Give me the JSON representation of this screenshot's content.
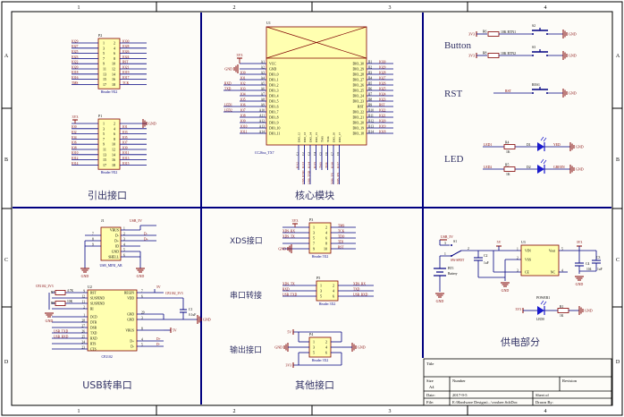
{
  "frame": {
    "col_labels": [
      "1",
      "2",
      "3",
      "4"
    ],
    "row_labels": [
      "A",
      "B",
      "C",
      "D"
    ]
  },
  "colors": {
    "wire": "#000080",
    "label": "#800000",
    "component_fill": "#ffffb0",
    "component_stroke": "#800000",
    "section_border": "#000080",
    "section_title": "#333366",
    "background": "#fdfcf8",
    "led": "#1a1acc",
    "power": "#800000"
  },
  "sections": {
    "header": {
      "title": "引出接口",
      "p2": {
        "designator": "P2",
        "footprint": "Header 9X2",
        "left_nets": [
          "IO29",
          "IO27",
          "IO25",
          "IO23",
          "IO22",
          "IO20",
          "IO18",
          "IO16",
          "TMS"
        ],
        "left_pins": [
          "1",
          "3",
          "5",
          "7",
          "9",
          "11",
          "13",
          "15",
          "17"
        ],
        "right_pins": [
          "2",
          "4",
          "6",
          "8",
          "10",
          "12",
          "14",
          "16",
          "18"
        ],
        "right_nets": [
          "IO30",
          "IO28",
          "IO26",
          "IO24",
          "RST",
          "IO21",
          "IO19",
          "IO17",
          "TCK"
        ]
      },
      "p1": {
        "designator": "P1",
        "footprint": "Header 9X2",
        "power_label": "3V3",
        "gnd_label": "GND",
        "left_nets": [
          "",
          "IO0",
          "IO2",
          "IO4",
          "IO6",
          "IO8",
          "IO10",
          "IO12",
          "IO14"
        ],
        "left_pins": [
          "1",
          "3",
          "5",
          "7",
          "9",
          "11",
          "13",
          "15",
          "17"
        ],
        "right_pins": [
          "2",
          "4",
          "6",
          "8",
          "10",
          "12",
          "14",
          "16",
          "18"
        ],
        "right_nets": [
          "",
          "IO1",
          "IO3",
          "IO5",
          "IO7",
          "IO9",
          "IO11",
          "IO13",
          "IO15"
        ]
      }
    },
    "core": {
      "title": "核心模块",
      "designator": "U1",
      "part": "CC26xx_TX7",
      "power_label": "3V3",
      "gnd_label": "GND",
      "left_pins": [
        "A1",
        "A2",
        "A3",
        "A4",
        "A5",
        "A6",
        "A7",
        "A8",
        "A9",
        "A10",
        "A11",
        "A12",
        "A13",
        "A14"
      ],
      "left_funcs": [
        "VCC",
        "GND",
        "DIO_0",
        "DIO_1",
        "DIO_2",
        "DIO_3",
        "DIO_4",
        "DIO_5",
        "DIO_6",
        "DIO_7",
        "DIO_8",
        "DIO_9",
        "DIO_10",
        "DIO_11"
      ],
      "left_nets": [
        "",
        "",
        "IO0",
        "IO1",
        "IO2",
        "IO3",
        "IO4",
        "IO5",
        "IO6",
        "IO7",
        "IO8",
        "IO9",
        "IO10",
        "IO11"
      ],
      "left_aliases": [
        "",
        "",
        "",
        "",
        "RXD",
        "TXD",
        "",
        "",
        "LED1",
        "LED2",
        "",
        "",
        "",
        ""
      ],
      "right_funcs": [
        "DIO_30",
        "DIO_29",
        "DIO_28",
        "DIO_27",
        "DIO_26",
        "DIO_25",
        "DIO_24",
        "DIO_23",
        "RST",
        "DIO_22",
        "DIO_21",
        "DIO_20",
        "DIO_19",
        "DIO_18"
      ],
      "right_pins": [
        "B1",
        "B2",
        "B3",
        "B4",
        "B5",
        "B6",
        "B7",
        "B8",
        "B9",
        "B10",
        "B11",
        "B12",
        "B13",
        "B14"
      ],
      "right_nets": [
        "IO30",
        "IO29",
        "IO28",
        "IO27",
        "IO26",
        "IO25",
        "IO24",
        "IO23",
        "RST",
        "IO22",
        "IO21",
        "IO20",
        "IO19",
        "IO18"
      ],
      "bottom_funcs": [
        "DIO_12",
        "DIO_13",
        "DIO_14",
        "DIO_15",
        "TMS",
        "TCK",
        "DIO_16",
        "DIO_17"
      ],
      "bottom_pins": [
        "C1",
        "C2",
        "C3",
        "C4",
        "C5",
        "C6",
        "C7",
        "C8"
      ],
      "bottom_nets": [
        "IO12",
        "IO13",
        "IO14",
        "IO15",
        "TMS",
        "TCK",
        "IO16",
        "IO17"
      ],
      "bottom_aliases": [
        "",
        "USB_RXD",
        "USB_TXD",
        "",
        "",
        "",
        "XDS_TX",
        "XDS_RX"
      ]
    },
    "button": {
      "button_title": "Button",
      "rst_title": "RST",
      "led_title": "LED",
      "buttons": [
        {
          "power": "3V3",
          "resistor": "R6",
          "value": "10K",
          "net": "BTN1",
          "switch": "S2",
          "gnd": "GND"
        },
        {
          "power": "3V3",
          "resistor": "R8",
          "value": "10K",
          "net": "BTN2",
          "switch": "S3",
          "gnd": "GND"
        }
      ],
      "reset": {
        "net": "RST",
        "switch": "RES1",
        "gnd": "GND"
      },
      "leds": [
        {
          "net": "LED1",
          "resistor": "R4",
          "value": "1K",
          "diode": "D1",
          "color": "YED",
          "gnd": "GND"
        },
        {
          "net": "LED2",
          "resistor": "R5",
          "value": "1K",
          "diode": "D2",
          "color": "GREEN",
          "gnd": "GND"
        }
      ]
    },
    "usb": {
      "title": "USB转串口",
      "j1": {
        "designator": "J1",
        "part": "USB_MINI_AB",
        "power_label": "USB_5V",
        "funcs": [
          "VBUS",
          "D-",
          "D+",
          "ID",
          "GND",
          "SHELL"
        ],
        "pins": [
          "1",
          "2",
          "3",
          "4",
          "5",
          "6"
        ],
        "left_pins": [
          "7",
          "8",
          "9"
        ],
        "right_nets": [
          "",
          "D-",
          "D+",
          "",
          "",
          ""
        ],
        "gnd_labels": [
          "GND",
          "GND"
        ]
      },
      "u2": {
        "designator": "U2",
        "part": "CP2102",
        "left_funcs": [
          "RST",
          "SUSPEND",
          "SUSPEND",
          "RI",
          "DCD",
          "DTR",
          "DSR",
          "TXD",
          "RXD",
          "RTS",
          "CTS"
        ],
        "left_pins": [
          "9",
          "12",
          "11",
          "2",
          "1",
          "28",
          "27",
          "26",
          "25",
          "24",
          "23"
        ],
        "left_nets": [
          "",
          "",
          "",
          "",
          "",
          "",
          "",
          "USB_TXD",
          "USB_RXD",
          "",
          ""
        ],
        "right_funcs": [
          "REGIN",
          "VDD",
          "GND",
          "GND",
          "VBUS",
          "D+",
          "D-"
        ],
        "right_pins": [
          "7",
          "6",
          "29",
          "3",
          "8",
          "4",
          "5"
        ],
        "right_nets": [
          "5V",
          "CP2102_3V3",
          "",
          "GND",
          "5V",
          "D+",
          "D-"
        ],
        "r7": {
          "designator": "R7",
          "value": "4.7K"
        },
        "r9": {
          "designator": "R9",
          "value": "10K"
        },
        "c1": {
          "designator": "C1",
          "value": "0.1uF"
        },
        "pullup_label": "CP2102_3V3",
        "gnd_label": "GND"
      }
    },
    "other": {
      "title": "其他接口",
      "xds": {
        "title": "XDS接口",
        "designator": "P3",
        "footprint": "Header 5X2",
        "left_nets": [
          "3V3",
          "XDS_RX",
          "XDS_TX",
          "",
          "GND"
        ],
        "left_pins": [
          "1",
          "3",
          "5",
          "7",
          "9"
        ],
        "right_pins": [
          "2",
          "4",
          "6",
          "8",
          "10"
        ],
        "right_nets": [
          "TMS",
          "TCK",
          "TDO",
          "TDI",
          "RST"
        ]
      },
      "serial": {
        "title": "串口转接",
        "designator": "P5",
        "footprint": "Header 3X2",
        "left_nets": [
          "XDS_TX",
          "RXD",
          "USB_TXD"
        ],
        "left_pins": [
          "1",
          "3",
          "5"
        ],
        "right_pins": [
          "2",
          "4",
          "6"
        ],
        "right_nets": [
          "XDS_RX",
          "TXD",
          "USB_RXD"
        ]
      },
      "output": {
        "title": "输出接口",
        "designator": "P4",
        "footprint": "Header 3X2",
        "left_pins": [
          "1",
          "3",
          "5"
        ],
        "right_pins": [
          "2",
          "4",
          "6"
        ],
        "top_label": "5V",
        "bottom_label": "3V3",
        "gnd_left": "GND",
        "gnd_right": "GND"
      }
    },
    "power": {
      "title": "供电部分",
      "usb_label": "USB_5V",
      "switch": {
        "designator": "S1",
        "part": "SW-SPDT",
        "pins": [
          "3",
          "2",
          "1"
        ]
      },
      "battery": {
        "designator": "BT1",
        "part": "Battery"
      },
      "c2": {
        "designator": "C2",
        "value": "1uF"
      },
      "rail_5v": "5V",
      "u3": {
        "designator": "U3",
        "part": "LDO_SOT235",
        "left_funcs": [
          "VIN",
          "VSS",
          "CE"
        ],
        "left_pins": [
          "1",
          "2",
          "3"
        ],
        "right_funcs": [
          "Vout",
          "NC"
        ],
        "right_pins": [
          "5",
          "4"
        ]
      },
      "rail_3v3": "3V3",
      "c4": {
        "designator": "C4",
        "value": "104"
      },
      "c3": {
        "designator": "C3",
        "value": "1uF"
      },
      "power_led": {
        "net": "3V3",
        "designator": "POWER1",
        "part": "LED0",
        "resistor": "R1",
        "value": "1K",
        "gnd": "GND"
      },
      "gnd_labels": [
        "GND",
        "GND",
        "GND"
      ]
    }
  },
  "title_block": {
    "title_label": "Title",
    "size_label": "Size",
    "size_value": "A4",
    "number_label": "Number",
    "revision_label": "Revision",
    "date_label": "Date:",
    "date_value": "2017-9-5",
    "sheet_label": "Sheet  of",
    "file_label": "File:",
    "file_value": "E:\\Hardware Designs\\...\\voxbee.SchDoc",
    "drawn_label": "Drawn By:"
  }
}
